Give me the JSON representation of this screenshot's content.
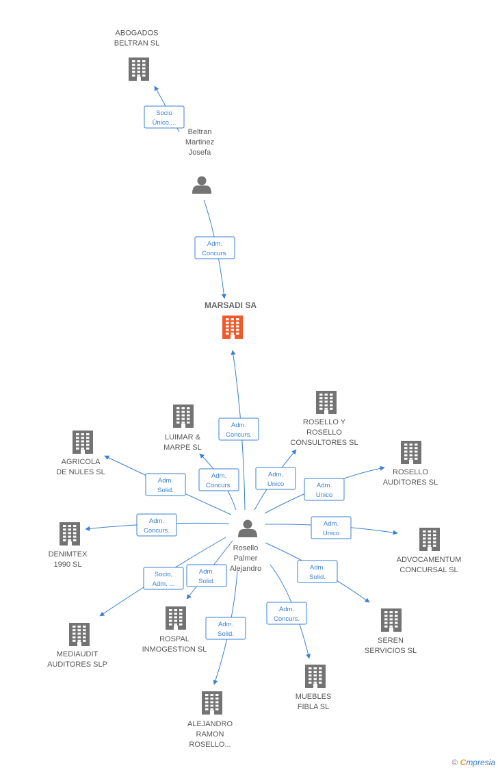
{
  "colors": {
    "company": "#737373",
    "main_company": "#f0592a",
    "person": "#737373",
    "edge": "#3a7fd0"
  },
  "nodes": [
    {
      "id": "abogados",
      "type": "company",
      "label": [
        "ABOGADOS",
        "BELTRAN SL"
      ]
    },
    {
      "id": "beltran",
      "type": "person",
      "label": [
        "Beltran",
        "Martinez",
        "Josefa"
      ]
    },
    {
      "id": "marsadi",
      "type": "main",
      "label": [
        "MARSADI SA"
      ]
    },
    {
      "id": "luimar",
      "type": "company",
      "label": [
        "LUIMAR &",
        "MARPE SL"
      ]
    },
    {
      "id": "rosyros",
      "type": "company",
      "label": [
        "ROSELLO Y",
        "ROSELLO",
        "CONSULTORES SL"
      ]
    },
    {
      "id": "agricola",
      "type": "company",
      "label": [
        "AGRICOLA",
        "DE NULES SL"
      ]
    },
    {
      "id": "rosaud",
      "type": "company",
      "label": [
        "ROSELLO",
        "AUDITORES SL"
      ]
    },
    {
      "id": "denimtex",
      "type": "company",
      "label": [
        "DENIMTEX",
        "1990  SL"
      ]
    },
    {
      "id": "rosello",
      "type": "person",
      "label": [
        "Rosello",
        "Palmer",
        "Alejandro"
      ]
    },
    {
      "id": "advoc",
      "type": "company",
      "label": [
        "ADVOCAMENTUM",
        "CONCURSAL SL"
      ]
    },
    {
      "id": "rospal",
      "type": "company",
      "label": [
        "ROSPAL",
        "INMOGESTION SL"
      ]
    },
    {
      "id": "seren",
      "type": "company",
      "label": [
        "SEREN",
        "SERVICIOS SL"
      ]
    },
    {
      "id": "mediaudit",
      "type": "company",
      "label": [
        "MEDIAUDIT",
        "AUDITORES SLP"
      ]
    },
    {
      "id": "muebles",
      "type": "company",
      "label": [
        "MUEBLES",
        "FIBLA SL"
      ]
    },
    {
      "id": "alejandro",
      "type": "company",
      "label": [
        "ALEJANDRO",
        "RAMON",
        "ROSELLO..."
      ]
    }
  ],
  "edges": [
    {
      "from": "beltran",
      "to": "abogados",
      "label": [
        "Socio",
        "Único,..."
      ]
    },
    {
      "from": "beltran",
      "to": "marsadi",
      "label": [
        "Adm.",
        "Concurs."
      ]
    },
    {
      "from": "rosello",
      "to": "marsadi",
      "label": [
        "Adm.",
        "Concurs."
      ]
    },
    {
      "from": "rosello",
      "to": "luimar",
      "label": [
        "Adm.",
        "Concurs."
      ]
    },
    {
      "from": "rosello",
      "to": "rosyros",
      "label": [
        "Adm.",
        "Unico"
      ]
    },
    {
      "from": "rosello",
      "to": "agricola",
      "label": [
        "Adm.",
        "Solid."
      ]
    },
    {
      "from": "rosello",
      "to": "rosaud",
      "label": [
        "Adm.",
        "Unico"
      ]
    },
    {
      "from": "rosello",
      "to": "denimtex",
      "label": [
        "Adm.",
        "Concurs."
      ]
    },
    {
      "from": "rosello",
      "to": "advoc",
      "label": [
        "Adm.",
        "Unico"
      ]
    },
    {
      "from": "rosello",
      "to": "rospal",
      "label": [
        "Adm.",
        "Solid."
      ]
    },
    {
      "from": "rosello",
      "to": "seren",
      "label": [
        "Adm.",
        "Solid."
      ]
    },
    {
      "from": "rosello",
      "to": "mediaudit",
      "label": [
        "Socio,",
        "Adm. ..."
      ]
    },
    {
      "from": "rosello",
      "to": "muebles",
      "label": [
        "Adm.",
        "Concurs."
      ]
    },
    {
      "from": "rosello",
      "to": "alejandro",
      "label": [
        "Adm.",
        "Solid."
      ]
    }
  ],
  "footer": {
    "copyright": "©",
    "brand_first": "C",
    "brand_rest": "mpresia"
  }
}
